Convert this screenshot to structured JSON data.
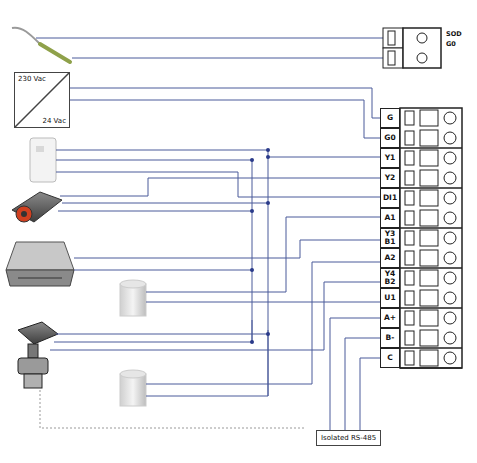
{
  "diagram": {
    "nodes": [
      {
        "text": [
          "230 Vac",
          "24 Vac"
        ]
      },
      {
        "text": [
          "G"
        ]
      },
      {
        "text": [
          "G0"
        ]
      },
      {
        "text": [
          "Y1"
        ]
      },
      {
        "text": [
          "Y2"
        ]
      },
      {
        "text": [
          "DI1"
        ]
      },
      {
        "text": [
          "A1"
        ]
      },
      {
        "text": [
          "Y3 B1"
        ]
      },
      {
        "text": [
          "A2"
        ]
      },
      {
        "text": [
          "Y4 B2"
        ]
      },
      {
        "text": [
          "U1"
        ]
      },
      {
        "text": [
          "A+"
        ]
      },
      {
        "text": [
          "B-"
        ]
      },
      {
        "text": [
          "C"
        ]
      },
      {
        "text": [
          "Isolated RS-485"
        ]
      }
    ],
    "edges": [
      {
        "from": 0,
        "to": 1,
        "arrow": "none"
      },
      {
        "from": 0,
        "to": 2,
        "arrow": "none"
      },
      {
        "from": 14,
        "to": 11,
        "arrow": "none"
      },
      {
        "from": 14,
        "to": 12,
        "arrow": "none"
      },
      {
        "from": 14,
        "to": 13,
        "arrow": "none"
      }
    ],
    "labels": [
      "SOD",
      "G0"
    ]
  }
}
